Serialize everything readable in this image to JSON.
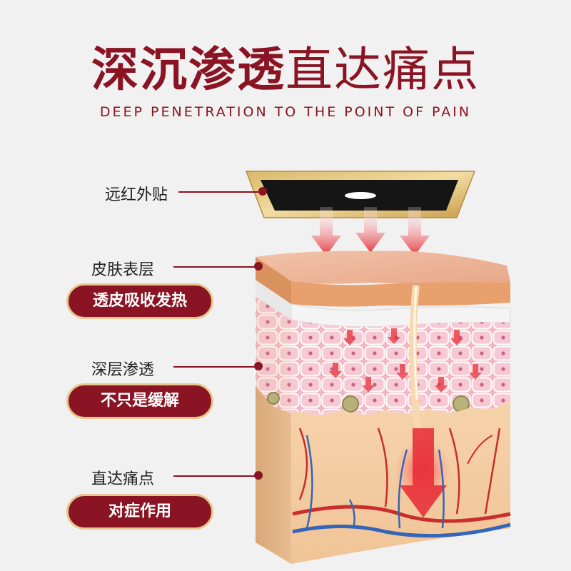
{
  "header": {
    "title_bold": "深沉渗透",
    "title_light": "直达痛点",
    "subtitle": "DEEP PENETRATION TO THE POINT OF PAIN"
  },
  "labels": {
    "patch": "远红外贴",
    "skin_surface": "皮肤表层",
    "deep_penetration": "深层渗透",
    "reach_pain": "直达痛点"
  },
  "badges": {
    "absorb_heat": "透皮吸收发热",
    "not_only_relief": "不只是缓解",
    "targeted": "对症作用"
  },
  "colors": {
    "brand": "#8a1423",
    "gold": "#e5c88f",
    "background": "#f1f1f1"
  }
}
